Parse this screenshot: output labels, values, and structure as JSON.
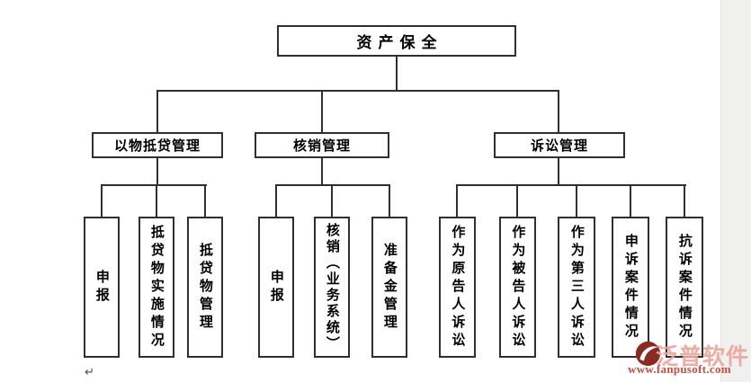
{
  "diagram": {
    "root": {
      "label": "资产保全"
    },
    "branches": [
      {
        "label": "以物抵贷管理",
        "children": [
          "申报",
          "抵贷物实施情况",
          "抵贷物管理"
        ]
      },
      {
        "label": "核销管理",
        "children": [
          "申报",
          "核销（业务系统）",
          "准备金管理"
        ]
      },
      {
        "label": "诉讼管理",
        "children": [
          "作为原告人诉讼",
          "作为被告人诉讼",
          "作为第三人诉讼",
          "申诉案件情况",
          "抗诉案件情况"
        ]
      }
    ]
  },
  "watermark": {
    "brand": "泛普软件",
    "url": "www.fanpusoft.com",
    "brand_color": "#eda59b",
    "url_color": "#cc4b41",
    "logo_color": "#8a2a22"
  },
  "page": {
    "paragraph_mark": "↵",
    "background": "#ffffff",
    "margin_band_color": "#f0f0ee",
    "line_color": "#2f2f2f"
  }
}
